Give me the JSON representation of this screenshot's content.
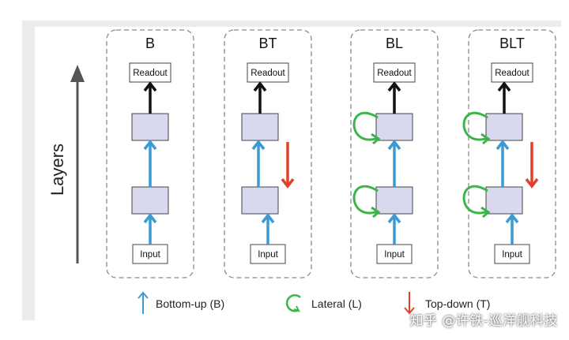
{
  "axis": {
    "label": "Layers"
  },
  "panels": [
    {
      "title": "B",
      "readout": "Readout",
      "input": "Input",
      "topdown": false,
      "lateral": false
    },
    {
      "title": "BT",
      "readout": "Readout",
      "input": "Input",
      "topdown": true,
      "lateral": false
    },
    {
      "title": "BL",
      "readout": "Readout",
      "input": "Input",
      "topdown": false,
      "lateral": true
    },
    {
      "title": "BLT",
      "readout": "Readout",
      "input": "Input",
      "topdown": true,
      "lateral": true
    }
  ],
  "legend": {
    "bottom_up": "Bottom-up (B)",
    "lateral": "Lateral (L)",
    "top_down": "Top-down (T)"
  },
  "colors": {
    "bottom_up": "#3a9ad3",
    "lateral": "#3bb54a",
    "top_down": "#e0412c",
    "layer_box": "#d8d8ee",
    "readout_arrow": "#111111",
    "panel_border": "#8a8a8a",
    "figure_bg": "#ececec"
  },
  "watermark": "知乎 @许铁-巡洋舰科技"
}
